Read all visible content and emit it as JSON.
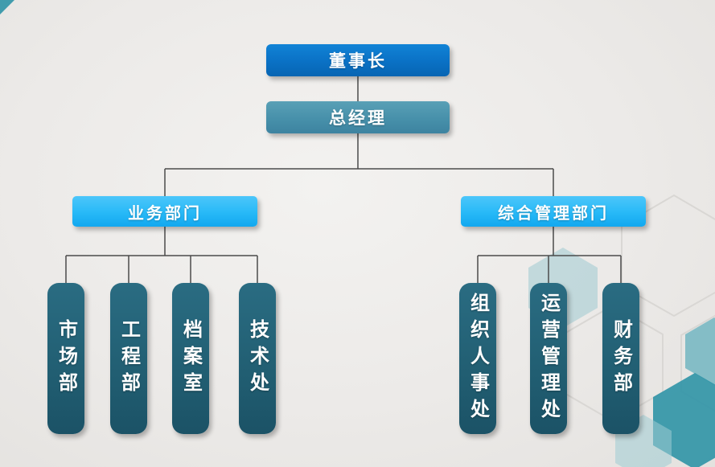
{
  "org": {
    "root": {
      "label": "董事长"
    },
    "general_manager": {
      "label": "总经理"
    },
    "branches": [
      {
        "label": "业务部门",
        "children": [
          {
            "label": "市场部"
          },
          {
            "label": "工程部"
          },
          {
            "label": "档案室"
          },
          {
            "label": "技术处"
          }
        ]
      },
      {
        "label": "综合管理部门",
        "children": [
          {
            "label": "组织人事处"
          },
          {
            "label": "运营管理处"
          },
          {
            "label": "财务部"
          }
        ]
      }
    ]
  },
  "colors": {
    "chairman_box": "#0a71c5",
    "general_manager_box": "#4790aa",
    "branch_box": "#27b9f7",
    "leaf_box": "#215e72",
    "connector_line": "#4b4b4b",
    "background": "#eceae8",
    "hexagon_teal": "#2f93a6"
  }
}
